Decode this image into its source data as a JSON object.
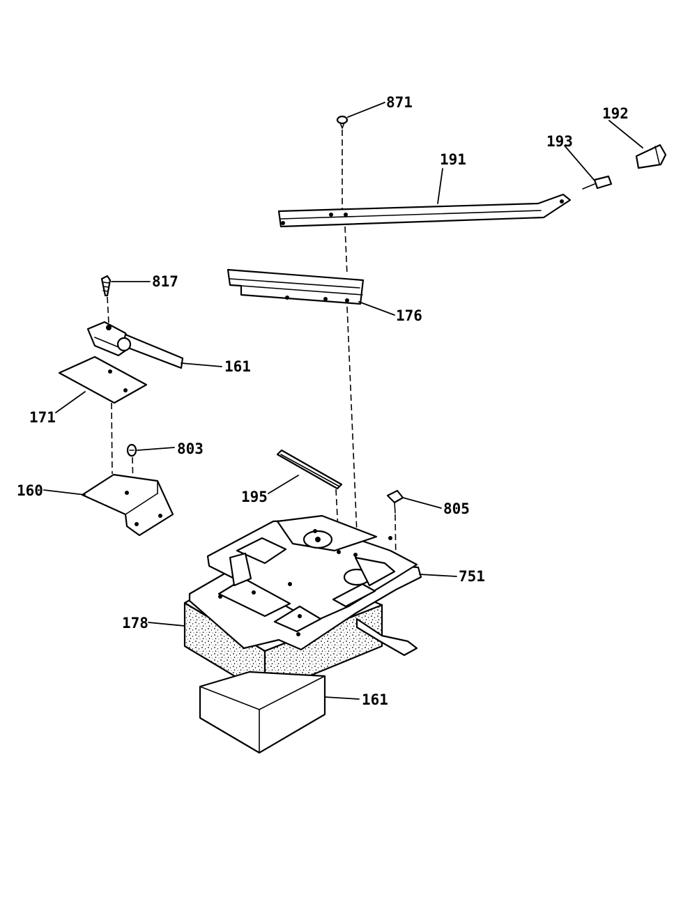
{
  "labels": {
    "p871": "871",
    "p192": "192",
    "p193": "193",
    "p191": "191",
    "p176": "176",
    "p817": "817",
    "p161a": "161",
    "p171": "171",
    "p803": "803",
    "p160": "160",
    "p195": "195",
    "p805": "805",
    "p751": "751",
    "p178": "178",
    "p161b": "161"
  }
}
